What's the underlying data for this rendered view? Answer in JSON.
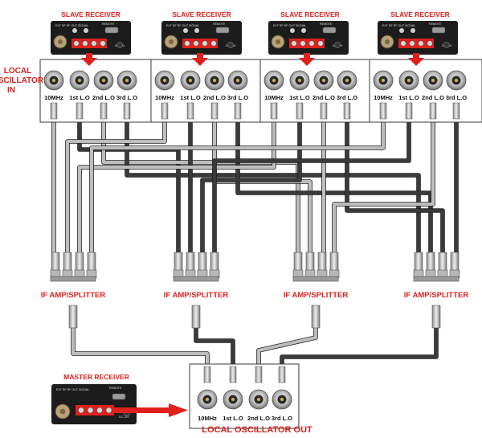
{
  "slave_receivers": [
    {
      "title": "SLAVE RECEIVER"
    },
    {
      "title": "SLAVE RECEIVER"
    },
    {
      "title": "SLAVE RECEIVER"
    },
    {
      "title": "SLAVE RECEIVER"
    }
  ],
  "master_receiver": {
    "title": "MASTER RECEIVER"
  },
  "receiver_panel_text": {
    "line1": "EXT RF  RF OUT  SIGNAL",
    "line2": "REMOTE",
    "line3": "DC 12V"
  },
  "local_oscillator_in": {
    "line1": "LOCAL",
    "line2": "OSCILLATOR",
    "line3": "IN"
  },
  "local_oscillator_out": {
    "label": "LOCAL OSCILLATOR OUT"
  },
  "port_labels": [
    "10MHz",
    "1st L.O",
    "2nd L.O",
    "3rd L.O"
  ],
  "splitter_label": "IF AMP/SPLITTER",
  "colors": {
    "accent_red": "#e0201c",
    "cable_light": "#bdbdbd",
    "cable_dark": "#3a3a3a",
    "receiver_body": "#1c1c1c"
  }
}
